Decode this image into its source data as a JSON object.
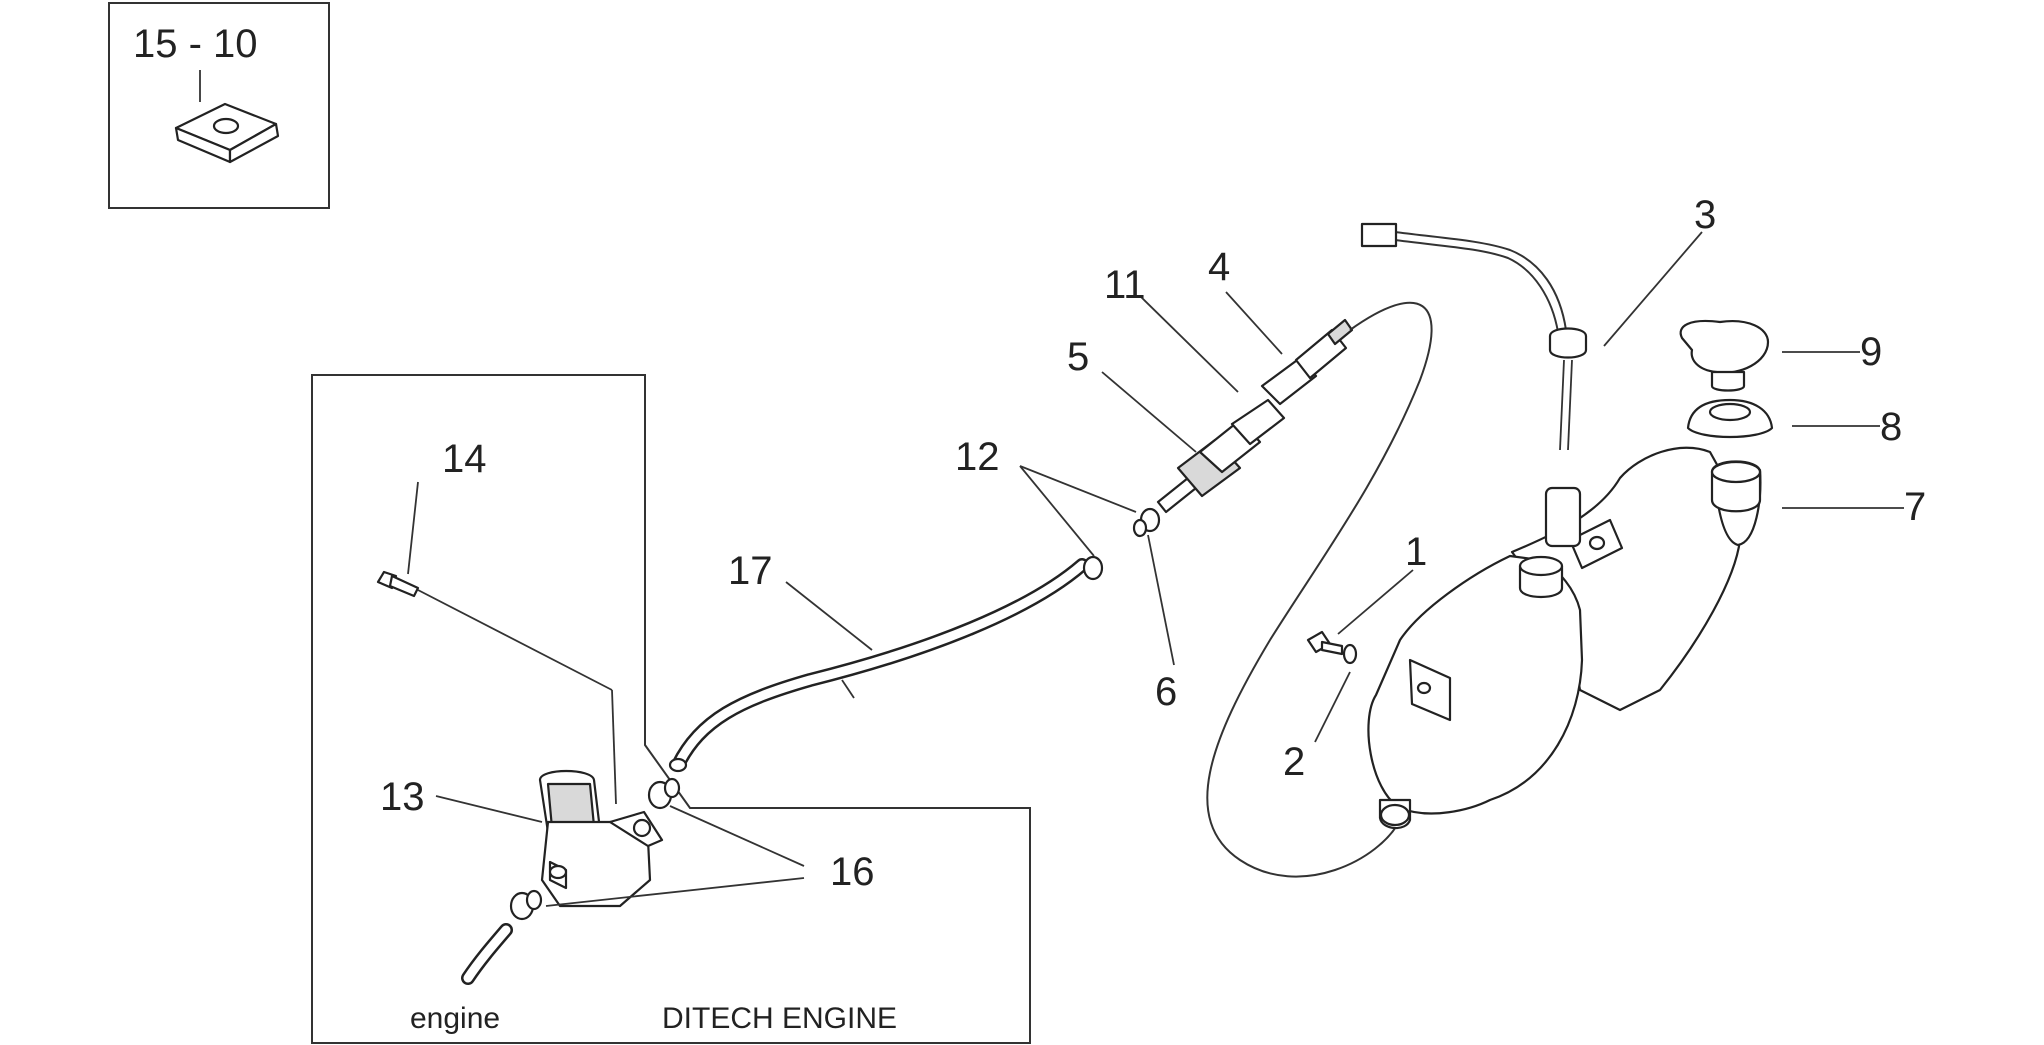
{
  "diagram": {
    "inset_label": "15 - 10",
    "callouts": [
      {
        "id": "c1",
        "text": "1"
      },
      {
        "id": "c2",
        "text": "2"
      },
      {
        "id": "c3",
        "text": "3"
      },
      {
        "id": "c4",
        "text": "4"
      },
      {
        "id": "c5",
        "text": "5"
      },
      {
        "id": "c6",
        "text": "6"
      },
      {
        "id": "c7",
        "text": "7"
      },
      {
        "id": "c8",
        "text": "8"
      },
      {
        "id": "c9",
        "text": "9"
      },
      {
        "id": "c11",
        "text": "11"
      },
      {
        "id": "c12",
        "text": "12"
      },
      {
        "id": "c13",
        "text": "13"
      },
      {
        "id": "c14",
        "text": "14"
      },
      {
        "id": "c16",
        "text": "16"
      },
      {
        "id": "c17",
        "text": "17"
      }
    ],
    "engine_label": "engine",
    "panel_label": "DITECH ENGINE"
  }
}
